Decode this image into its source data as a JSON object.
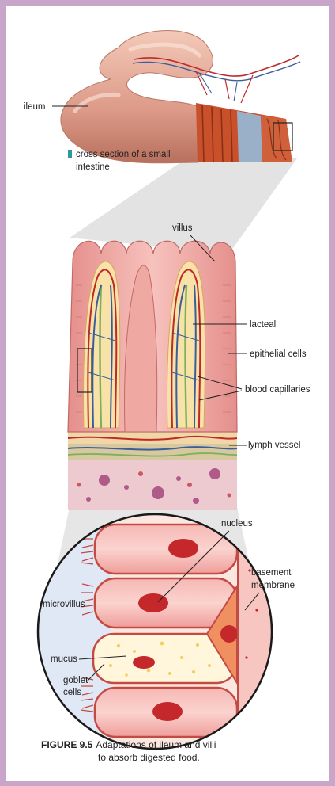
{
  "labels": {
    "ileum": "ileum",
    "cross_section_1": "cross section of a small",
    "cross_section_2": "intestine",
    "villus": "villus",
    "lacteal": "lacteal",
    "epithelial_cells": "epithelial cells",
    "blood_capillaries": "blood capillaries",
    "lymph_vessel": "lymph vessel",
    "nucleus": "nucleus",
    "basement_1": "basement",
    "basement_2": "membrane",
    "microvillus": "microvillus",
    "mucus": "mucus",
    "goblet_1": "goblet",
    "goblet_2": "cells"
  },
  "caption": {
    "figure": "FIGURE 9.5",
    "line1": "Adaptations of ileum and villi",
    "line2": "to absorb digested food."
  },
  "colors": {
    "frame": "#c9a6c9",
    "tissue": "#e8a09a",
    "muscle": "#c8502a",
    "blood_red": "#c0282a",
    "blood_blue": "#3a5e9a",
    "lacteal_green": "#7ab060",
    "cross_section_marker": "#2a9aa0"
  }
}
